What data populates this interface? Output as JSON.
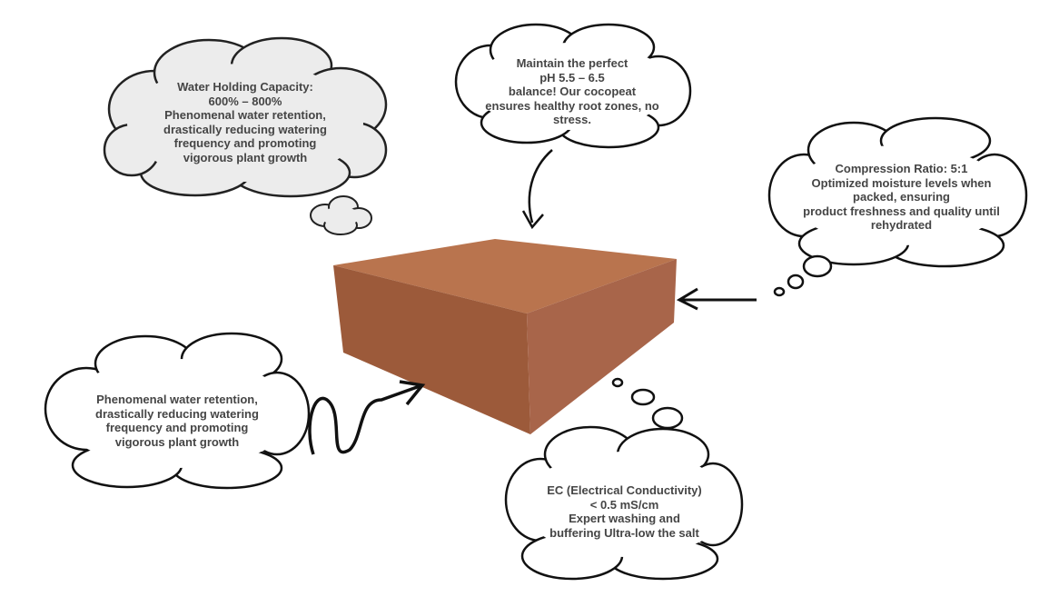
{
  "colors": {
    "text": "#454545",
    "cloud_fill_gray": "#ececec",
    "cloud_stroke": "#111111",
    "block_top": "#b9744e",
    "block_left": "#9c5a3a",
    "block_right": "#a8654a"
  },
  "callouts": {
    "water_holding": "Water Holding Capacity:\n600% – 800%\nPhenomenal water retention,\ndrastically reducing watering\nfrequency and promoting\nvigorous plant growth",
    "ph": "Maintain the perfect\npH 5.5 – 6.5\nbalance! Our cocopeat\nensures healthy root zones, no\nstress.",
    "compression": "Compression Ratio: 5:1\nOptimized moisture levels when\npacked, ensuring\nproduct freshness and quality until\nrehydrated",
    "retention": "Phenomenal water retention,\ndrastically reducing watering\nfrequency and promoting\nvigorous plant growth",
    "ec": "EC (Electrical Conductivity)\n< 0.5 mS/cm\nExpert washing and\nbuffering Ultra-low the salt"
  }
}
